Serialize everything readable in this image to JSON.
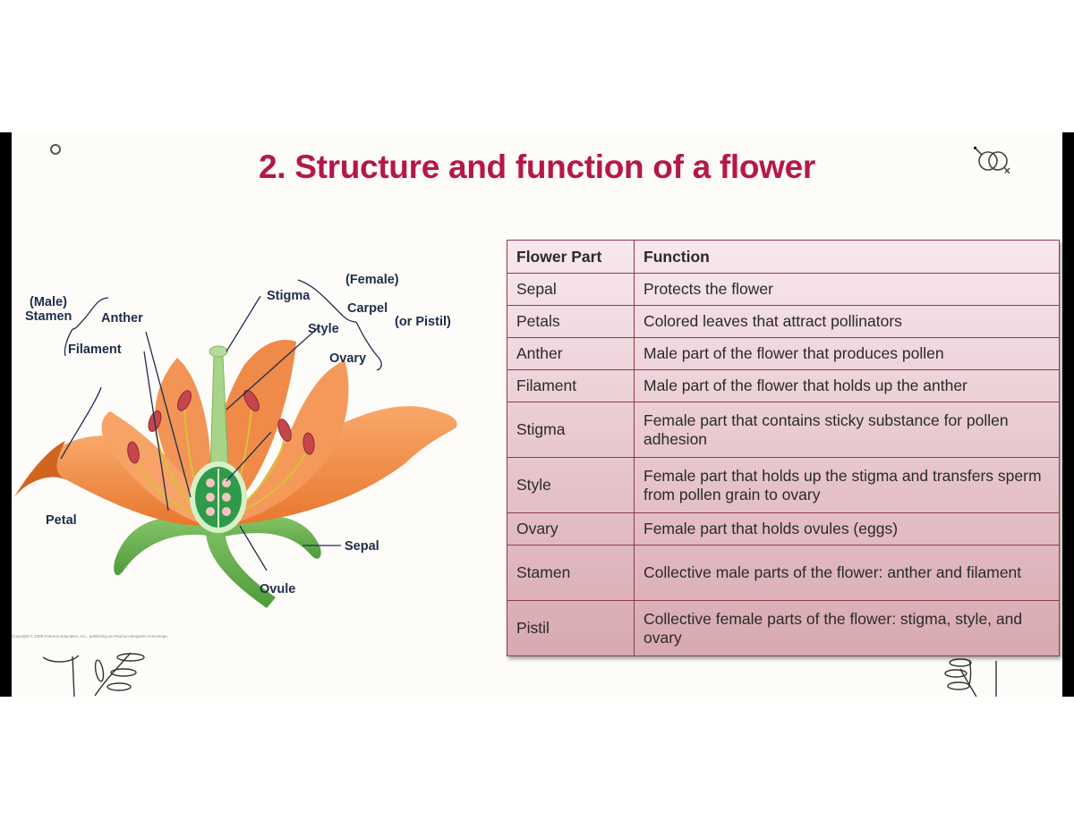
{
  "slide": {
    "title": "2. Structure and function of a flower",
    "corner_icon": "male-female-symbol-icon",
    "bullet_icon": "circle-bullet-icon",
    "title_color": "#b5174b"
  },
  "diagram": {
    "labels": {
      "male": "(Male)",
      "stamen": "Stamen",
      "anther": "Anther",
      "filament": "Filament",
      "stigma": "Stigma",
      "female": "(Female)",
      "carpel": "Carpel",
      "or_pistil": "(or Pistil)",
      "style": "Style",
      "ovary": "Ovary",
      "petal": "Petal",
      "sepal": "Sepal",
      "ovule": "Ovule"
    },
    "copyright": "Copyright © 2008 Pearson Education, Inc., publishing as Pearson Benjamin Cummings."
  },
  "table": {
    "headers": [
      "Flower Part",
      "Function"
    ],
    "rows": [
      {
        "part": "Sepal",
        "function": "Protects the flower"
      },
      {
        "part": "Petals",
        "function": "Colored leaves that attract pollinators"
      },
      {
        "part": "Anther",
        "function": "Male part of the flower that produces pollen"
      },
      {
        "part": "Filament",
        "function": "Male part of the flower that holds up the anther"
      },
      {
        "part": "Stigma",
        "function": "Female part that contains sticky substance for pollen adhesion"
      },
      {
        "part": "Style",
        "function": "Female part that holds up the stigma and transfers sperm from pollen grain to ovary"
      },
      {
        "part": "Ovary",
        "function": "Female part that holds ovules (eggs)"
      },
      {
        "part": "Stamen",
        "function": "Collective male parts of the flower: anther and filament"
      },
      {
        "part": "Pistil",
        "function": "Collective female parts of the flower: stigma, style, and ovary"
      }
    ],
    "border_color": "#8e3a4c",
    "gradient_top": "#f8e8ee",
    "gradient_bottom": "#d8a8b0"
  }
}
